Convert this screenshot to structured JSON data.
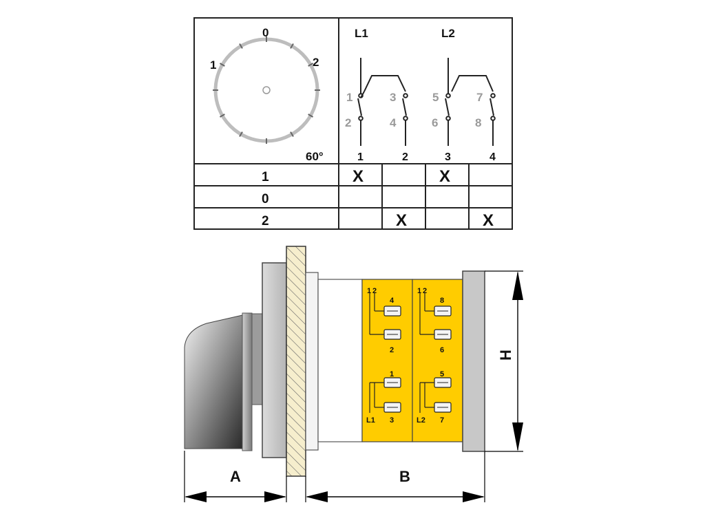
{
  "dial": {
    "positions": [
      "0",
      "1",
      "2"
    ],
    "angle": "60°"
  },
  "circuit": {
    "line_labels": [
      "L1",
      "L2"
    ],
    "contact_labels_left": [
      "1",
      "2",
      "3",
      "4"
    ],
    "contact_labels_right": [
      "5",
      "6",
      "7",
      "8"
    ],
    "terminal_numbers": [
      "1",
      "2",
      "3",
      "4"
    ]
  },
  "switching_table": {
    "rows": [
      {
        "position": "1",
        "cells": [
          "X",
          "",
          "X",
          ""
        ]
      },
      {
        "position": "0",
        "cells": [
          "",
          "",
          "",
          ""
        ]
      },
      {
        "position": "2",
        "cells": [
          "",
          "X",
          "",
          "X"
        ]
      }
    ]
  },
  "side_view": {
    "block_left": {
      "top_labels": [
        "1",
        "2",
        "4"
      ],
      "mid_label": "2",
      "bottom_labels": [
        "1",
        "3"
      ],
      "line_label": "L1"
    },
    "block_right": {
      "top_labels": [
        "1",
        "2",
        "8"
      ],
      "mid_label": "6",
      "bottom_labels": [
        "5",
        "7"
      ],
      "line_label": "L2"
    },
    "colors": {
      "contact_block": "#ffcc00",
      "body": "#c8c8c8",
      "panel_hatch": "#f5ecc8"
    }
  },
  "dimensions": {
    "a_label": "A",
    "b_label": "B",
    "h_label": "H"
  }
}
